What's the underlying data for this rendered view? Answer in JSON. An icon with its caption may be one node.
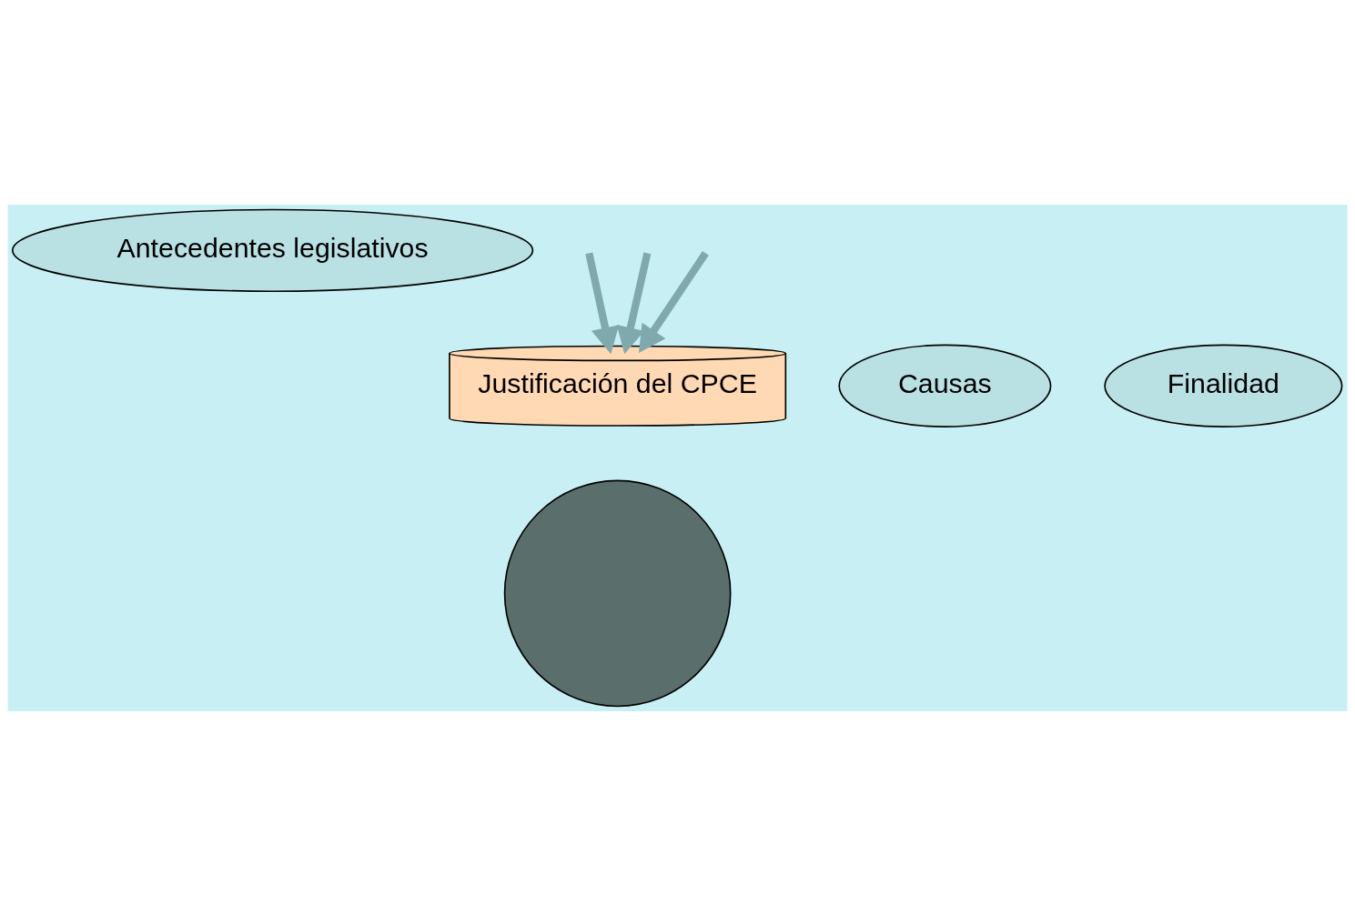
{
  "diagram": {
    "nodes": [
      {
        "text": [],
        "shape": "circle"
      },
      {
        "text": [
          "Antecedentes legislativos"
        ]
      },
      {
        "text": [
          "Justificación del CPCE"
        ]
      },
      {
        "text": [
          "Causas"
        ]
      },
      {
        "text": [
          "Finalidad"
        ]
      }
    ],
    "edges": [
      {
        "from": null,
        "to": 2,
        "arrow": "to"
      },
      {
        "from": null,
        "to": 2,
        "arrow": "to"
      },
      {
        "from": null,
        "to": 2,
        "arrow": "to"
      }
    ]
  }
}
